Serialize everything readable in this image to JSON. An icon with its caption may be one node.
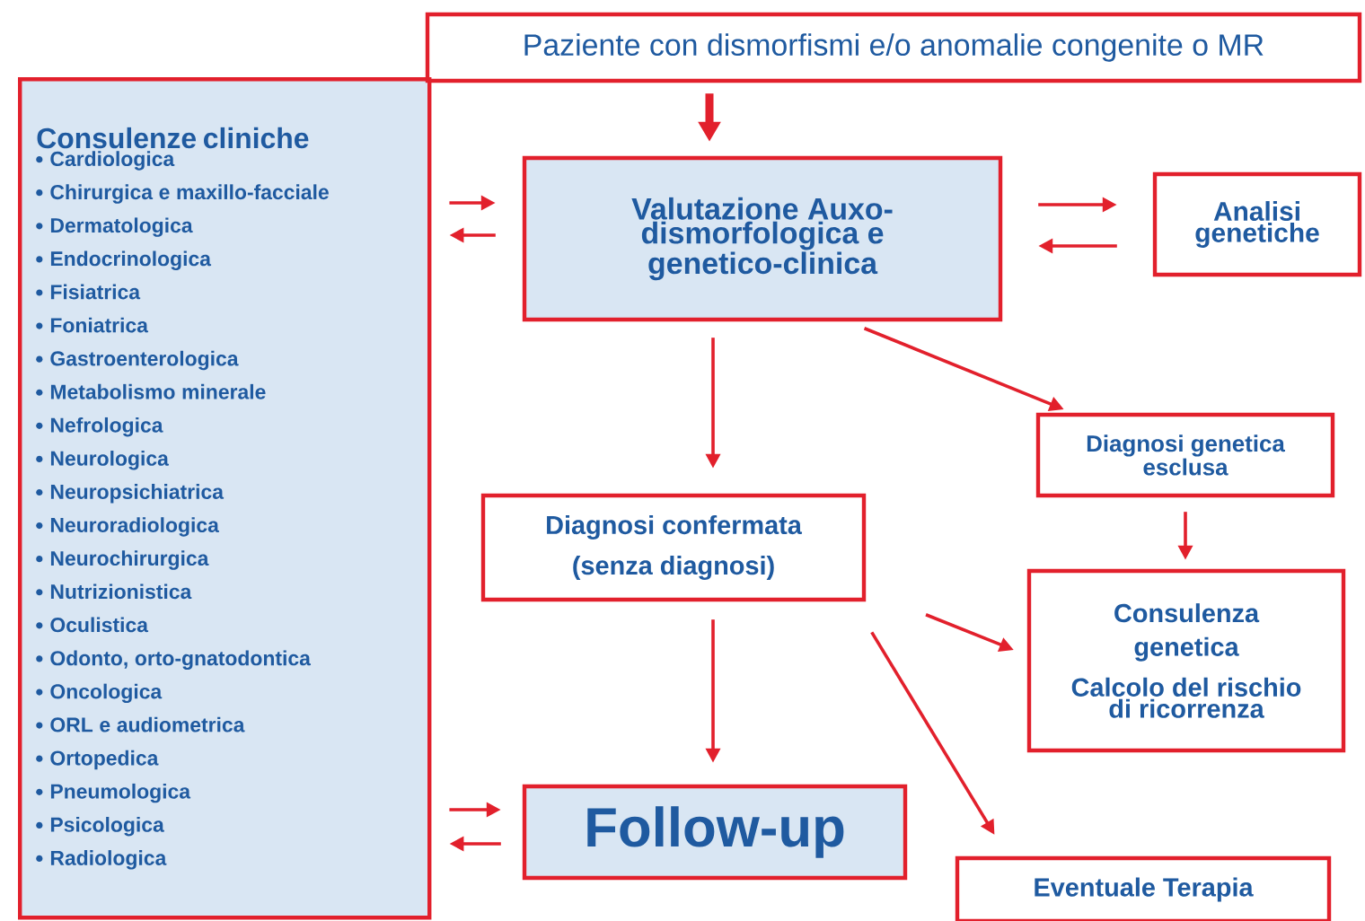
{
  "diagram": {
    "nodes": [
      {
        "text": [
          "Consulenze cliniche",
          "Cardiologica",
          "Chirurgica e maxillo-facciale",
          "Dermatologica",
          "Endocrinologica",
          "Fisiatrica",
          "Foniatrica",
          "Gastroenterologica",
          "Metabolismo minerale",
          "Nefrologica",
          "Neurologica",
          "Neuropsichiatrica",
          "Neuroradiologica",
          "Neurochirurgica",
          "Nutrizionistica",
          "Oculistica",
          "Odonto, orto-gnatodontica",
          "Oncologica",
          "ORL e audiometrica",
          "Ortopedica",
          "Pneumologica",
          "Psicologica",
          "Radiologica"
        ]
      },
      {
        "text": [
          "Paziente con dismorfismi e/o anomalie congenite o MR"
        ]
      },
      {
        "text": [
          "Valutazione Auxo-dismorfologica e genetico-clinica"
        ]
      },
      {
        "text": [
          "Analisi genetiche"
        ]
      },
      {
        "text": [
          "Diagnosi genetica esclusa"
        ]
      },
      {
        "text": [
          "Diagnosi confermata",
          "(senza diagnosi)"
        ]
      },
      {
        "text": [
          "Consulenza genetica",
          "Calcolo del rischio di ricorrenza"
        ]
      },
      {
        "text": [
          "Follow-up"
        ]
      },
      {
        "text": [
          "Eventuale Terapia"
        ]
      }
    ],
    "edges": [
      {
        "from": 1,
        "to": 2,
        "arrow": "to",
        "style": "thick"
      },
      {
        "from": 0,
        "to": 2,
        "arrow": "to"
      },
      {
        "from": 2,
        "to": 0,
        "arrow": "to"
      },
      {
        "from": 2,
        "to": 3,
        "arrow": "to"
      },
      {
        "from": 3,
        "to": 2,
        "arrow": "to"
      },
      {
        "from": 2,
        "to": 5,
        "arrow": "to"
      },
      {
        "from": 2,
        "to": 4,
        "arrow": "to"
      },
      {
        "from": 4,
        "to": 6,
        "arrow": "to"
      },
      {
        "from": 5,
        "to": 6,
        "arrow": "to"
      },
      {
        "from": 5,
        "to": 7,
        "arrow": "to"
      },
      {
        "from": 5,
        "to": 8,
        "arrow": "to"
      },
      {
        "from": 0,
        "to": 7,
        "arrow": "to"
      },
      {
        "from": 7,
        "to": 0,
        "arrow": "to"
      }
    ]
  }
}
